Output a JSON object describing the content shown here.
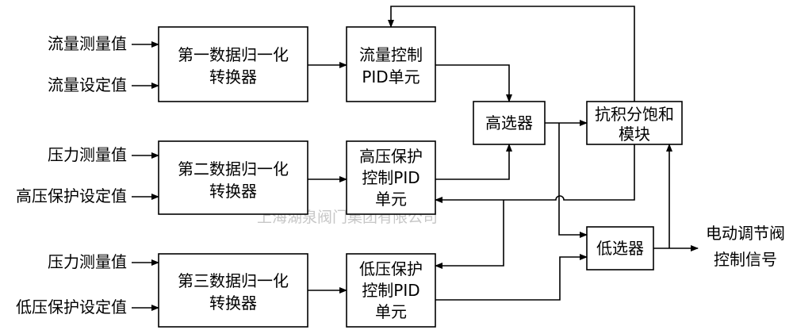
{
  "inputs": {
    "flow_measured": "流量测量值",
    "flow_setpoint": "流量设定值",
    "pressure_measured_1": "压力测量值",
    "high_pressure_setpoint": "高压保护设定值",
    "pressure_measured_2": "压力测量值",
    "low_pressure_setpoint": "低压保护设定值"
  },
  "blocks": {
    "norm1": [
      "第一数据归一化",
      "转换器"
    ],
    "norm2": [
      "第二数据归一化",
      "转换器"
    ],
    "norm3": [
      "第三数据归一化",
      "转换器"
    ],
    "flow_pid": [
      "流量控制",
      "PID单元"
    ],
    "hp_pid": [
      "高压保护",
      "控制PID",
      "单元"
    ],
    "lp_pid": [
      "低压保护",
      "控制PID",
      "单元"
    ],
    "high_selector": [
      "高选器"
    ],
    "low_selector": [
      "低选器"
    ],
    "anti_windup": [
      "抗积分饱和",
      "模块"
    ]
  },
  "output": [
    "电动调节阀",
    "控制信号"
  ],
  "watermark": "上海湖泉阀门集团有限公司"
}
